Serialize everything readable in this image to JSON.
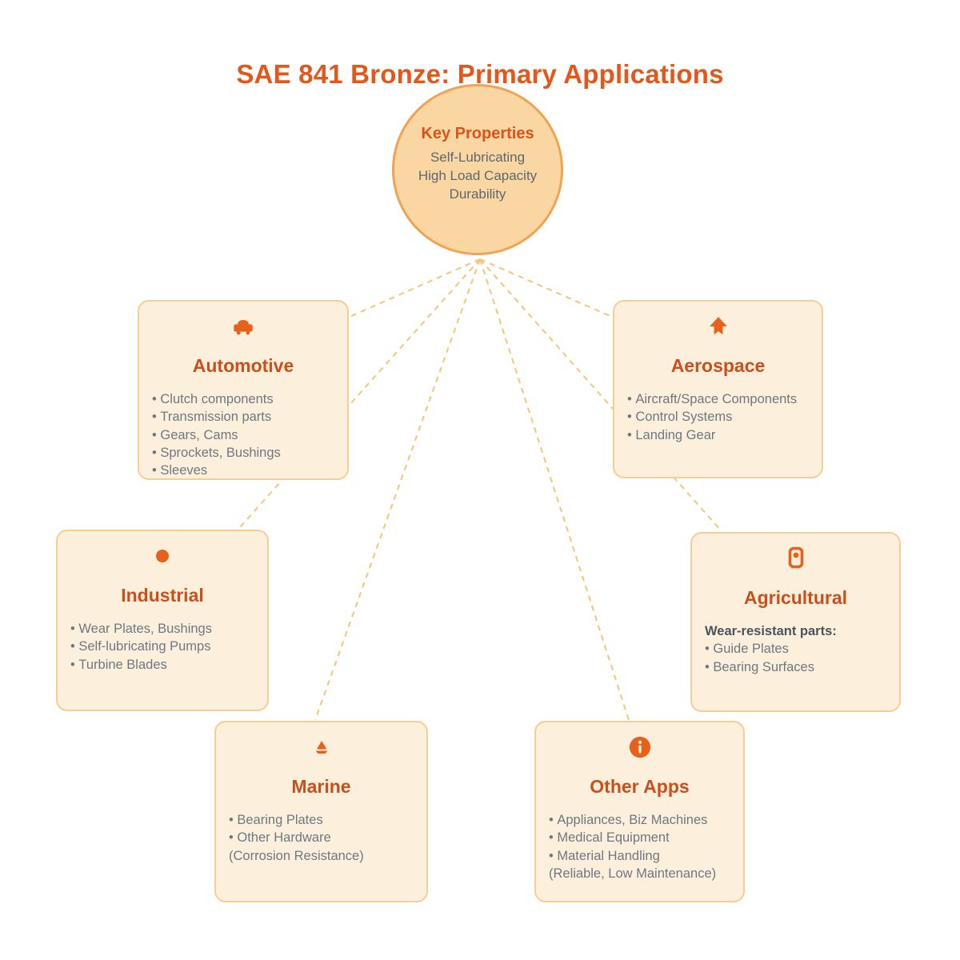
{
  "title": "SAE 841 Bronze: Primary Applications",
  "center": {
    "title": "Key Properties",
    "lines": [
      "Self-Lubricating",
      "High Load Capacity",
      "Durability"
    ]
  },
  "boxes": [
    {
      "id": "automotive",
      "icon": "car-icon",
      "title": "Automotive",
      "intro": "",
      "items": [
        "Clutch components",
        "Transmission parts",
        "Gears, Cams",
        "Sprockets, Bushings",
        "Sleeves"
      ],
      "note": ""
    },
    {
      "id": "aerospace",
      "icon": "rocket-arrow-icon",
      "title": "Aerospace",
      "intro": "",
      "items": [
        "Aircraft/Space Components",
        "Control Systems",
        "Landing Gear"
      ],
      "note": ""
    },
    {
      "id": "industrial",
      "icon": "dot-icon",
      "title": "Industrial",
      "intro": "",
      "items": [
        "Wear Plates, Bushings",
        "Self-lubricating Pumps",
        "Turbine Blades"
      ],
      "note": ""
    },
    {
      "id": "agricultural",
      "icon": "device-icon",
      "title": "Agricultural",
      "intro": "Wear-resistant parts:",
      "items": [
        "Guide Plates",
        "Bearing Surfaces"
      ],
      "note": ""
    },
    {
      "id": "marine",
      "icon": "sailboat-icon",
      "title": "Marine",
      "intro": "",
      "items": [
        "Bearing Plates",
        "Other Hardware"
      ],
      "note": "(Corrosion Resistance)"
    },
    {
      "id": "other-apps",
      "icon": "info-icon",
      "title": "Other Apps",
      "intro": "",
      "items": [
        "Appliances, Biz Machines",
        "Medical Equipment",
        "Material Handling"
      ],
      "note": "(Reliable, Low Maintenance)"
    }
  ],
  "colors": {
    "page_title": "#E4571B",
    "card_title": "#C8501D",
    "icon": "#E8611C",
    "circle_fill": "#FAD7A2",
    "circle_border": "#F0A352",
    "card_fill": "#FCF0DC",
    "card_border": "#F5CE96",
    "connector": "#F3C678",
    "body_text": "#6E7781",
    "dark_text": "#47545F"
  }
}
